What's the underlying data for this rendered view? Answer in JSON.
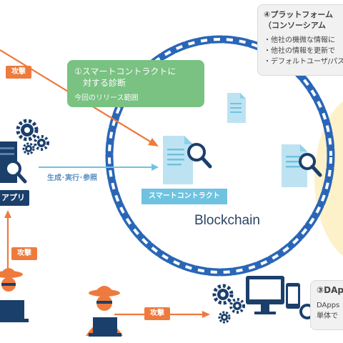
{
  "blockchain_label": "Blockchain",
  "box_platform": {
    "title": "④プラットフォーム",
    "subtitle": "（コンソーシアム",
    "items": [
      "他社の機微な情報に",
      "他社の情報を更新で",
      "デフォルトユーザ/パス"
    ]
  },
  "box_smart_contract_diag": {
    "line1": "①スマートコントラクトに",
    "line2": "対する診断",
    "sub": "今回のリリース範囲"
  },
  "smart_contract_label": "スマートコントラクト",
  "app_label": "アプリ",
  "generate_label": "生成･実行･参照",
  "attack_labels": [
    "攻撃",
    "攻撃",
    "攻撃"
  ],
  "box_dapps": {
    "title": "③DAp",
    "line1": "DApps",
    "line2": "単体で"
  },
  "colors": {
    "chain": "#2a66b7",
    "attack": "#ee7a3d",
    "navy": "#1b3f6b",
    "light_blue": "#6fc3e0",
    "green": "#79c282",
    "yellow_glow": "#fdf1c9"
  },
  "icons": [
    "gear-icon",
    "magnifier-icon",
    "document-icon",
    "hacker-icon",
    "laptop-icon",
    "monitor-icon",
    "smartphone-icon",
    "server-icon"
  ]
}
